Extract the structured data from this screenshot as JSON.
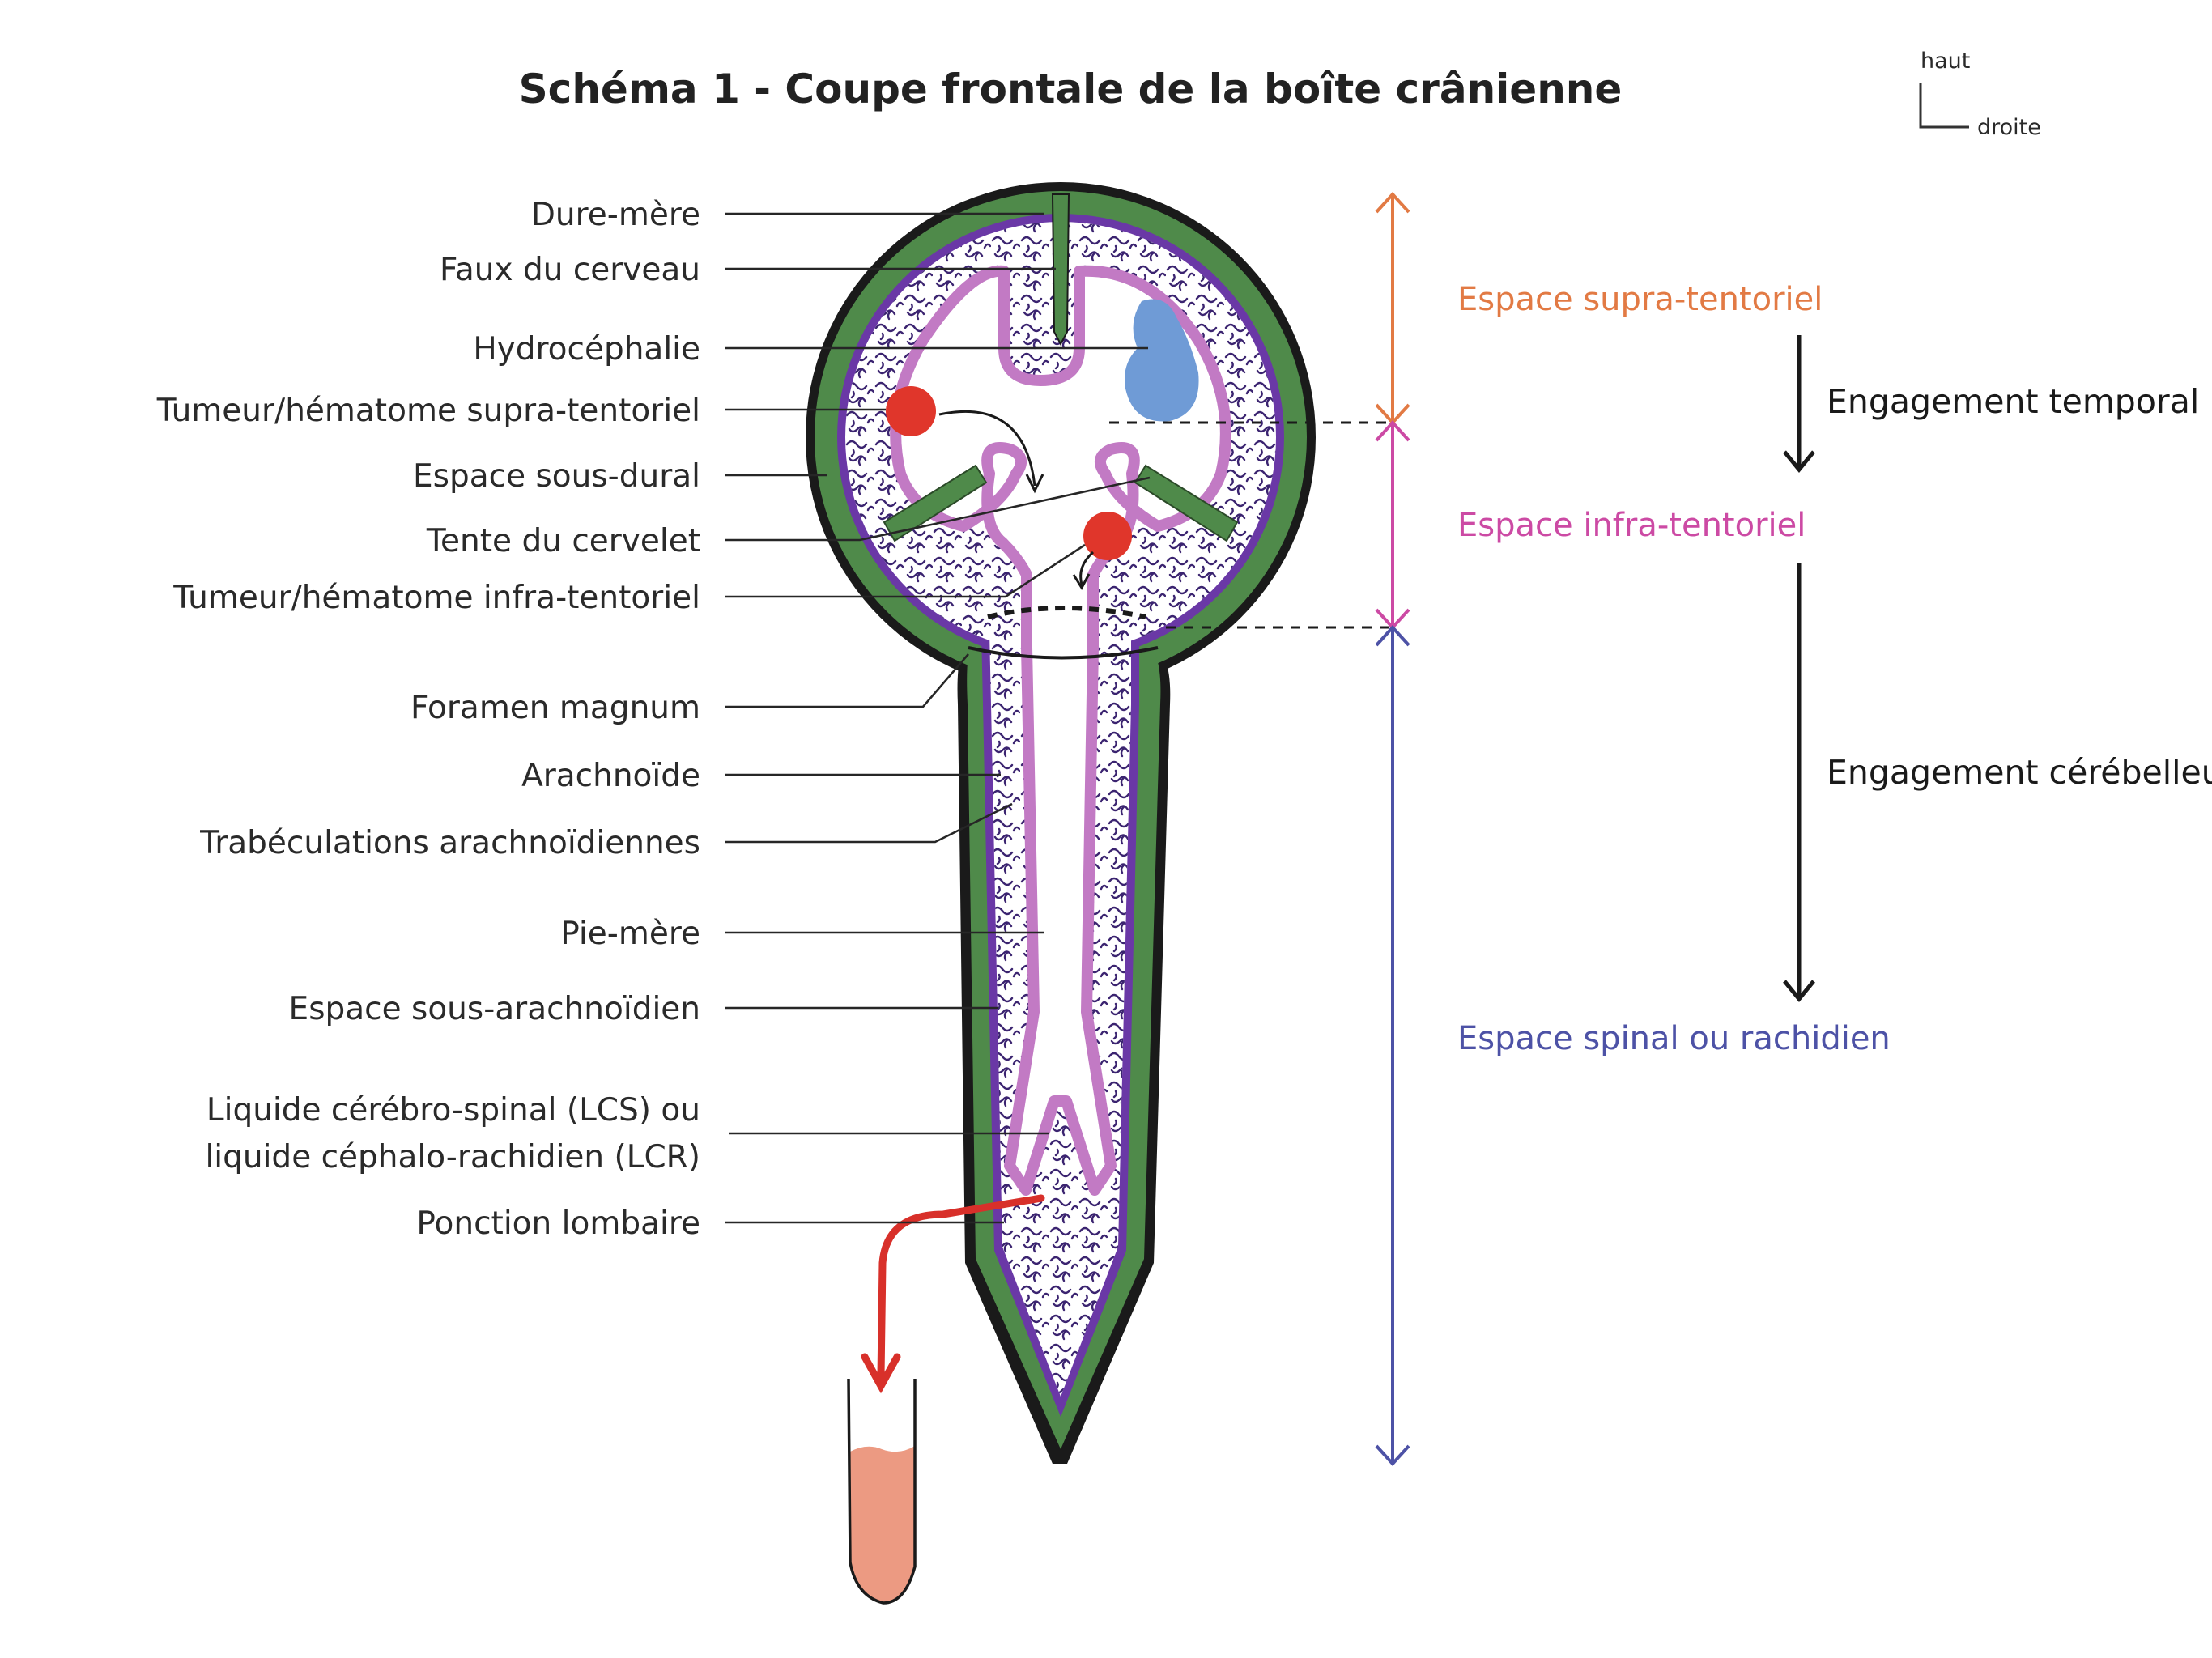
{
  "title": "Schéma 1 - Coupe frontale de la boîte crânienne",
  "orientation": {
    "up": "haut",
    "right": "droite"
  },
  "labels": {
    "dure_mere": "Dure-mère",
    "faux_cerveau": "Faux du cerveau",
    "hydrocephalie": "Hydrocéphalie",
    "tumeur_supra": "Tumeur/hématome supra-tentoriel",
    "espace_sous_dural": "Espace sous-dural",
    "tente_cervelet": "Tente du cervelet",
    "tumeur_infra": "Tumeur/hématome infra-tentoriel",
    "foramen_magnum": "Foramen magnum",
    "arachnoide": "Arachnoïde",
    "trabeculations": "Trabéculations arachnoïdiennes",
    "pie_mere": "Pie-mère",
    "espace_sous_arachnoidien": "Espace sous-arachnoïdien",
    "lcs_line1": "Liquide cérébro-spinal (LCS) ou",
    "lcs_line2": "liquide céphalo-rachidien (LCR)",
    "ponction_lombaire": "Ponction lombaire"
  },
  "zones": {
    "supra": "Espace supra-tentoriel",
    "infra": "Espace infra-tentoriel",
    "spinal": "Espace spinal ou rachidien"
  },
  "engagements": {
    "temporal": "Engagement temporal",
    "cerebelleux": "Engagement cérébelleux"
  },
  "colors": {
    "dura_green": "#4f8a4a",
    "arachnoid_purple": "#6a38a6",
    "pia_pink": "#c27ac4",
    "trabecula": "#3b2470",
    "hydrocephalus_blue": "#6f9bd6",
    "tumor_red": "#e0362b",
    "needle_red": "#d8302a",
    "csf_sample": "#ec9a82",
    "zone_supra": "#e27a44",
    "zone_infra": "#cc4aa4",
    "zone_spinal": "#4d52a6"
  }
}
